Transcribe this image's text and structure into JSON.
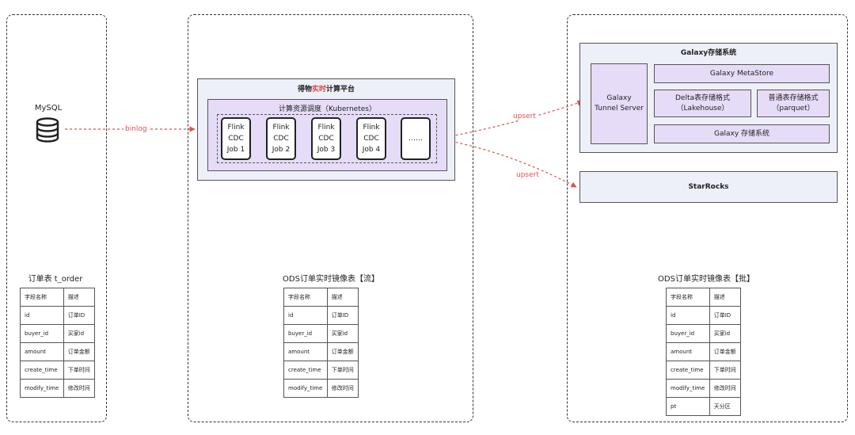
{
  "mysql": {
    "label": "MySQL"
  },
  "edges": {
    "binlog": "binlog",
    "upsert1": "upsert",
    "upsert2": "upsert"
  },
  "platform": {
    "title_pre": "得物",
    "title_hl": "实时",
    "title_post": "计算平台",
    "k8s_title": "计算资源调度（Kubernetes）"
  },
  "jobs": [
    "Flink\nCDC\nJob 1",
    "Flink\nCDC\nJob 2",
    "Flink\nCDC\nJob 3",
    "Flink\nCDC\nJob 4",
    "……"
  ],
  "galaxy": {
    "title": "Galaxy存储系统",
    "tunnel": "Galaxy\nTunnel Server",
    "metastore": "Galaxy MetaStore",
    "delta": "Delta表存储格式\n（Lakehouse）",
    "normal": "普通表存储格式\n（parquet）",
    "storage": "Galaxy 存储系统"
  },
  "starrocks": {
    "label": "StarRocks"
  },
  "tables": {
    "left": {
      "title": "订单表 t_order",
      "header": [
        "字段名称",
        "描述"
      ],
      "rows": [
        [
          "id",
          "订单ID"
        ],
        [
          "buyer_id",
          "买家id"
        ],
        [
          "amount",
          "订单金额"
        ],
        [
          "create_time",
          "下单时间"
        ],
        [
          "modify_time",
          "修改时间"
        ]
      ]
    },
    "middle": {
      "title": "ODS订单实时镜像表【流】",
      "header": [
        "字段名称",
        "描述"
      ],
      "rows": [
        [
          "id",
          "订单ID"
        ],
        [
          "buyer_id",
          "买家id"
        ],
        [
          "amount",
          "订单金额"
        ],
        [
          "create_time",
          "下单时间"
        ],
        [
          "modify_time",
          "修改时间"
        ]
      ]
    },
    "right": {
      "title": "ODS订单实时镜像表【批】",
      "header": [
        "字段名称",
        "描述"
      ],
      "rows": [
        [
          "id",
          "订单ID"
        ],
        [
          "buyer_id",
          "买家id"
        ],
        [
          "amount",
          "订单金额"
        ],
        [
          "create_time",
          "下单时间"
        ],
        [
          "modify_time",
          "修改时间"
        ],
        [
          "pt",
          "天分区"
        ]
      ]
    }
  }
}
